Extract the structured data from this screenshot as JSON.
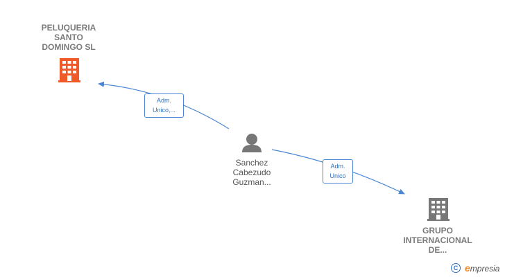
{
  "nodes": {
    "company_top": {
      "label": "PELUQUERIA\nSANTO\nDOMINGO  SL",
      "color": "#f05a28",
      "icon": "building-icon"
    },
    "person": {
      "label": "Sanchez\nCabezudo\nGuzman...",
      "color": "#777777",
      "icon": "person-icon"
    },
    "company_bottom": {
      "label": "GRUPO\nINTERNACIONAL\nDE...",
      "color": "#777777",
      "icon": "building-icon"
    }
  },
  "edges": [
    {
      "label": "Adm.\nUnico,...",
      "color": "#4a86d4"
    },
    {
      "label": "Adm.\nUnico",
      "color": "#4a86d4"
    }
  ],
  "footer": {
    "copyright_symbol": "C",
    "brand_initial": "e",
    "brand_rest": "mpresia"
  }
}
